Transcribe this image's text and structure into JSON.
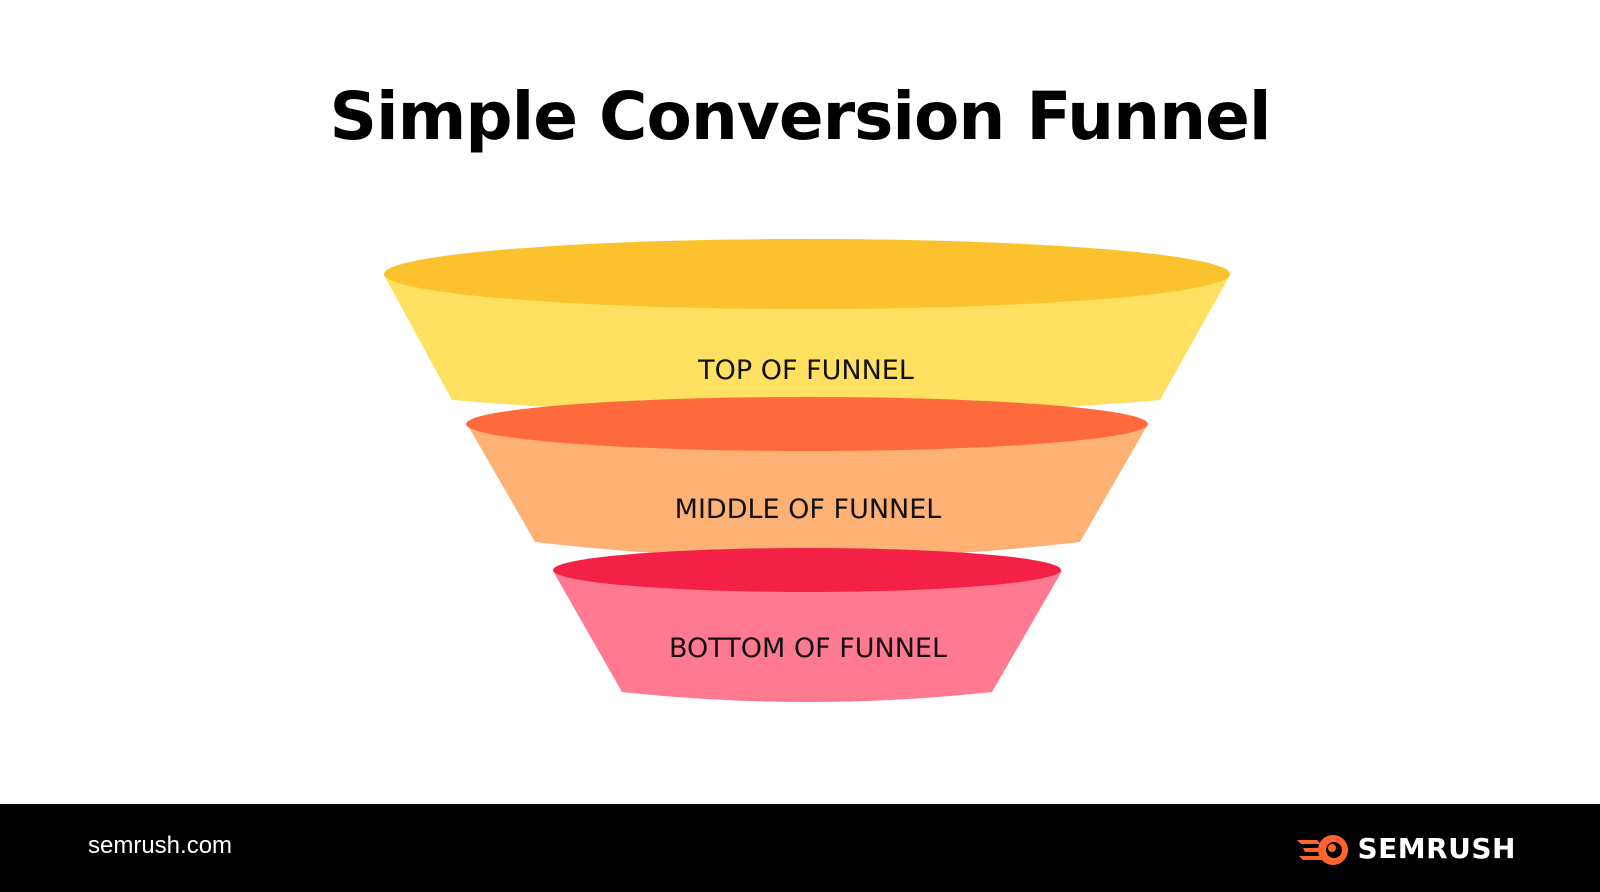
{
  "title": "Simple Conversion Funnel",
  "stages": [
    {
      "label": "TOP OF FUNNEL",
      "body_color": "#FFE060",
      "rim_color": "#FCC22D"
    },
    {
      "label": "MIDDLE OF FUNNEL",
      "body_color": "#FDB174",
      "rim_color": "#FE6A3B"
    },
    {
      "label": "BOTTOM OF FUNNEL",
      "body_color": "#FF7A90",
      "rim_color": "#F32145"
    }
  ],
  "footer": {
    "url": "semrush.com",
    "brand_name": "SEMRUSH",
    "brand_icon": "semrush-rocket-icon",
    "brand_color": "#FF642D"
  }
}
